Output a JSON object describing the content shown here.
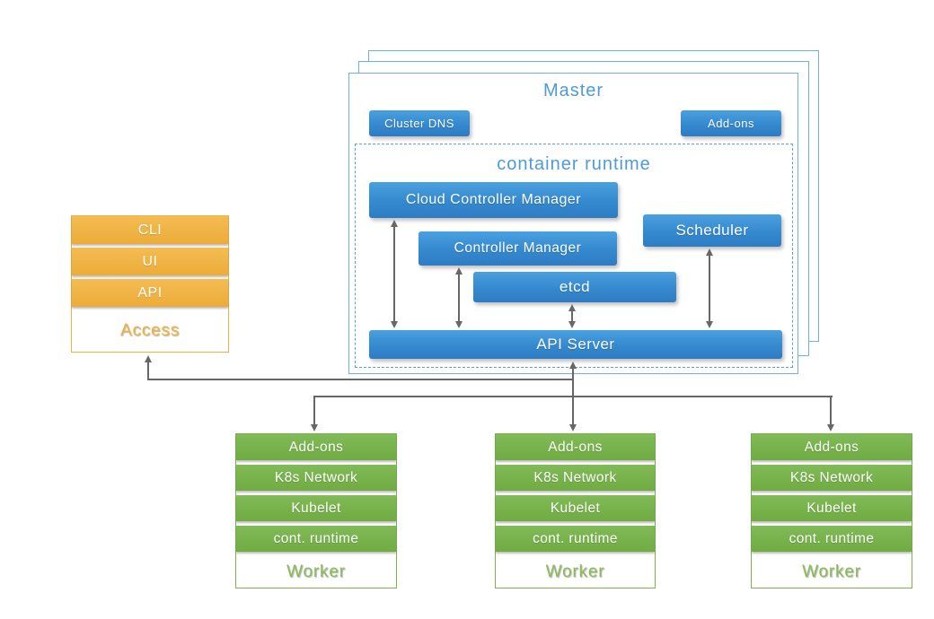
{
  "master": {
    "title": "Master",
    "buttons": {
      "cluster_dns": "Cluster DNS",
      "addons": "Add-ons"
    },
    "container_runtime": {
      "title": "container runtime",
      "cloud_controller_manager": "Cloud Controller Manager",
      "controller_manager": "Controller Manager",
      "scheduler": "Scheduler",
      "etcd": "etcd",
      "api_server": "API Server"
    }
  },
  "access_stack": {
    "items": [
      "CLI",
      "UI",
      "API"
    ],
    "label": "Access"
  },
  "worker": {
    "rows": [
      "Add-ons",
      "K8s Network",
      "Kubelet",
      "cont. runtime"
    ],
    "label": "Worker"
  },
  "colors": {
    "blue_gradient_top": "#4aa0df",
    "blue_gradient_bottom": "#2e7cc3",
    "blue_page_border": "#6fb0e0",
    "blue_dashed_border": "#58a3de",
    "blue_title_text": "#4f9ad7",
    "orange_gradient_top": "#f4bc52",
    "orange_gradient_bottom": "#edac36",
    "orange_border": "#eeb23f",
    "orange_text": "#f2b23e",
    "green_gradient_top": "#81bb58",
    "green_gradient_bottom": "#6fac41",
    "green_border": "#7bb24c",
    "green_text": "#88bc57",
    "arrow_gray": "#676767"
  }
}
